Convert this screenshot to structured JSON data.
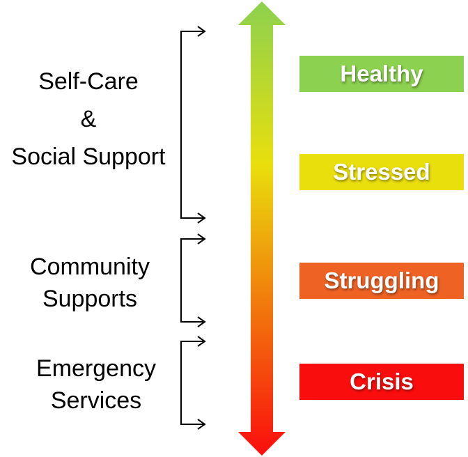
{
  "groups": [
    {
      "lines": [
        "Self-Care",
        "&",
        "Social Support"
      ]
    },
    {
      "lines": [
        "Community",
        "Supports"
      ]
    },
    {
      "lines": [
        "Emergency",
        "Services"
      ]
    }
  ],
  "statuses": [
    {
      "label": "Healthy",
      "color": "#8cd14f"
    },
    {
      "label": "Stressed",
      "color": "#e9df0c"
    },
    {
      "label": "Struggling",
      "color": "#ee6224"
    },
    {
      "label": "Crisis",
      "color": "#fa0d0d"
    }
  ],
  "arrow_gradient": {
    "top": "#8cd14f",
    "middle": "#e9df0c",
    "bottom": "#fa0d0d"
  }
}
